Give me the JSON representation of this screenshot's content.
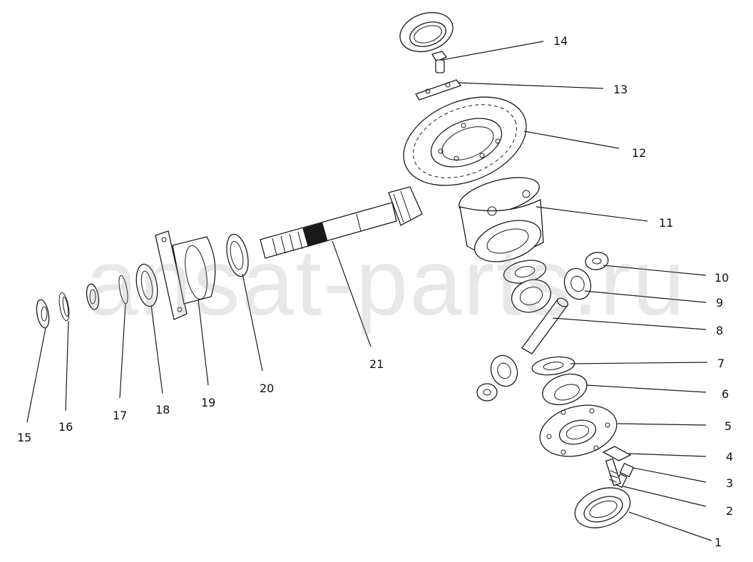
{
  "watermark": "ansat-parts.ru",
  "callouts": [
    {
      "id": "1",
      "label": "1"
    },
    {
      "id": "2",
      "label": "2"
    },
    {
      "id": "3",
      "label": "3"
    },
    {
      "id": "4",
      "label": "4"
    },
    {
      "id": "5",
      "label": "5"
    },
    {
      "id": "6",
      "label": "6"
    },
    {
      "id": "7",
      "label": "7"
    },
    {
      "id": "8",
      "label": "8"
    },
    {
      "id": "9",
      "label": "9"
    },
    {
      "id": "10",
      "label": "10"
    },
    {
      "id": "11",
      "label": "11"
    },
    {
      "id": "12",
      "label": "12"
    },
    {
      "id": "13",
      "label": "13"
    },
    {
      "id": "14",
      "label": "14"
    },
    {
      "id": "15",
      "label": "15"
    },
    {
      "id": "16",
      "label": "16"
    },
    {
      "id": "17",
      "label": "17"
    },
    {
      "id": "18",
      "label": "18"
    },
    {
      "id": "19",
      "label": "19"
    },
    {
      "id": "20",
      "label": "20"
    },
    {
      "id": "21",
      "label": "21"
    }
  ]
}
